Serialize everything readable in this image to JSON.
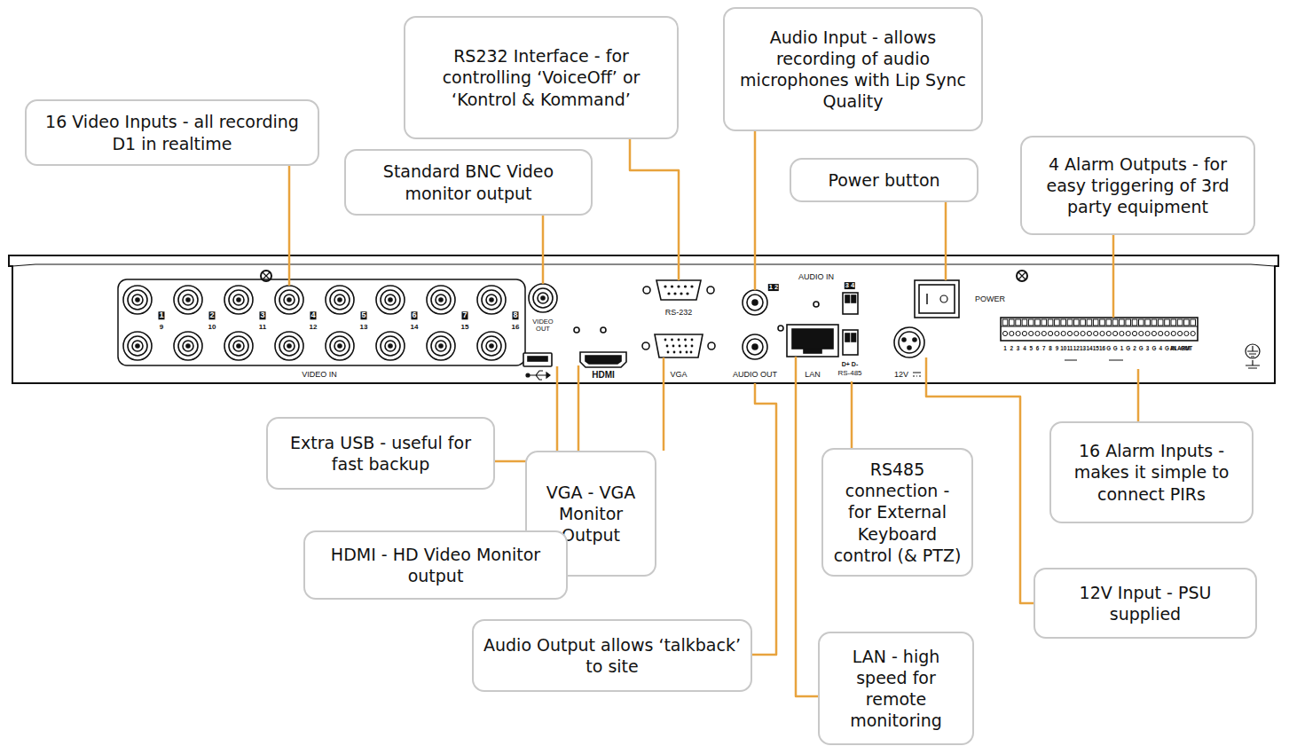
{
  "diagram": {
    "nodes": [
      {
        "text": [
          "16 Video Inputs - all recording D1 in realtime"
        ]
      },
      {
        "text": [
          "Standard BNC Video monitor output"
        ]
      },
      {
        "text": [
          "RS232 Interface - for controlling ‘VoiceOff’ or ‘Kontrol & Kommand’"
        ]
      },
      {
        "text": [
          "Audio Input - allows recording of audio microphones with Lip Sync Quality"
        ]
      },
      {
        "text": [
          "Power button"
        ]
      },
      {
        "text": [
          "4 Alarm Outputs - for easy triggering of 3rd party equipment"
        ]
      },
      {
        "text": [
          "Extra USB - useful for fast backup"
        ]
      },
      {
        "text": [
          "VGA - VGA Monitor Output"
        ]
      },
      {
        "text": [
          "RS485 connection - for External Keyboard control (& PTZ)"
        ]
      },
      {
        "text": [
          "16 Alarm Inputs - makes it simple to connect PIRs"
        ]
      },
      {
        "text": [
          "HDMI - HD Video Monitor output"
        ]
      },
      {
        "text": [
          "12V Input - PSU supplied"
        ]
      },
      {
        "text": [
          "Audio Output allows ‘talkback’ to site"
        ]
      },
      {
        "text": [
          "LAN - high speed for remote monitoring"
        ]
      }
    ],
    "labels": [
      "1",
      "9",
      "2",
      "10",
      "3",
      "11",
      "4",
      "12",
      "5",
      "13",
      "6",
      "14",
      "7",
      "15",
      "8",
      "16",
      "VIDEO IN",
      "VIDEO OUT",
      "RS-232",
      "VGA",
      "HDMI",
      "AUDIO IN",
      "1 2",
      "3 4",
      "AUDIO OUT",
      "LAN",
      "D+ D-",
      "RS-485",
      "12V",
      "POWER",
      "1",
      "2",
      "3",
      "4",
      "5",
      "6",
      "7",
      "8",
      "9",
      "10",
      "11",
      "12",
      "13",
      "14",
      "15",
      "16",
      "G",
      "G",
      "1",
      "G",
      "2",
      "G",
      "3",
      "G",
      "4",
      "G",
      "IN",
      "ALARM",
      "OUT"
    ]
  }
}
